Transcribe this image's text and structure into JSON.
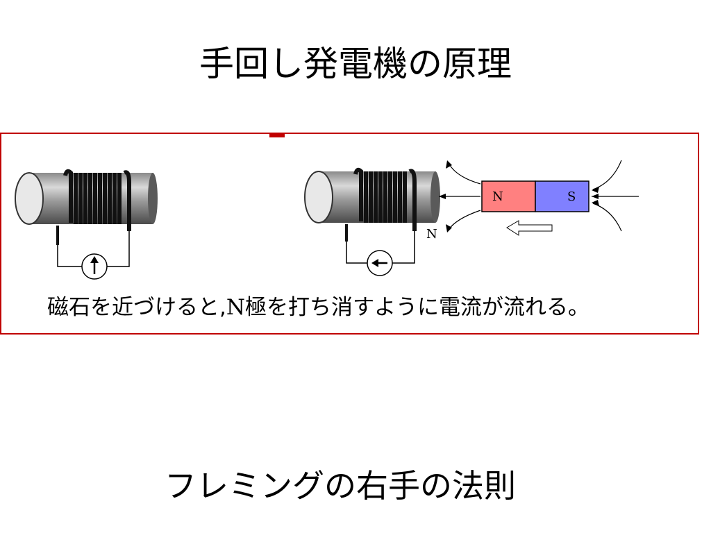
{
  "slide": {
    "title": "手回し発電機の原理",
    "subtitle": "フレミングの右手の法則"
  },
  "figure": {
    "caption_before": "磁石を近づけると,",
    "caption_pole": "N",
    "caption_after": "極を打ち消すように電流が流れる。",
    "coil_pole_label": "N",
    "magnet_north_label": "N",
    "magnet_south_label": "S",
    "colors": {
      "border": "#c00000",
      "magnet_north": "#ff8080",
      "magnet_south": "#8080ff"
    }
  }
}
